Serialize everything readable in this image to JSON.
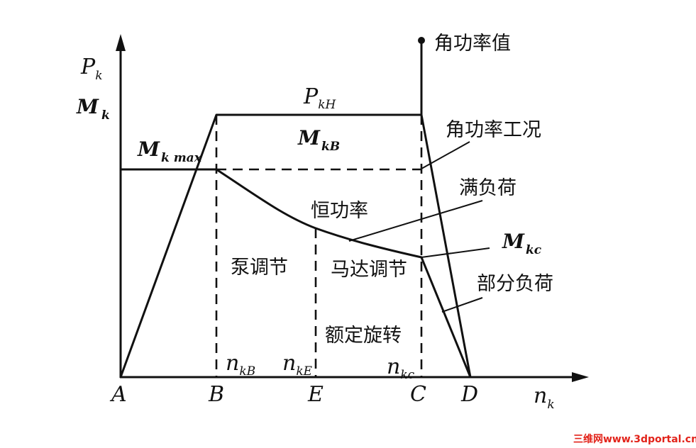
{
  "axes": {
    "y_label": {
      "main": "P",
      "sub": "k"
    },
    "y_label2": {
      "main": "M",
      "sub": "k"
    },
    "x_label": {
      "main": "n",
      "sub": "k"
    }
  },
  "points": {
    "A": "A",
    "B": "B",
    "E": "E",
    "C": "C",
    "D": "D"
  },
  "speed_labels": {
    "nkB": {
      "main": "n",
      "sub": "kB"
    },
    "nkE": {
      "main": "n",
      "sub": "kE"
    },
    "nkc": {
      "main": "n",
      "sub": "kc"
    }
  },
  "levels": {
    "PkH": {
      "main": "P",
      "sub": "kH"
    },
    "MkB": {
      "main": "M",
      "sub": "kB"
    },
    "Mkmax": {
      "main": "M",
      "sub": "k max"
    },
    "Mkc": {
      "main": "M",
      "sub": "kc"
    }
  },
  "annotations": {
    "jiao_gonglv_zhi": "角功率值",
    "jiao_gonglv_gongkuang": "角功率工况",
    "man_fuhe": "满负荷",
    "heng_gonglv": "恒功率",
    "bumen_fuhe": "部分负荷",
    "beng_tiaojie": "泵调节",
    "mada_tiaojie": "马达调节",
    "eding_xuanzhuan": "额定旋转"
  },
  "watermark": "三维网www.3dportal.cn",
  "colors": {
    "ink": "#111111",
    "watermark": "#e2231a"
  }
}
